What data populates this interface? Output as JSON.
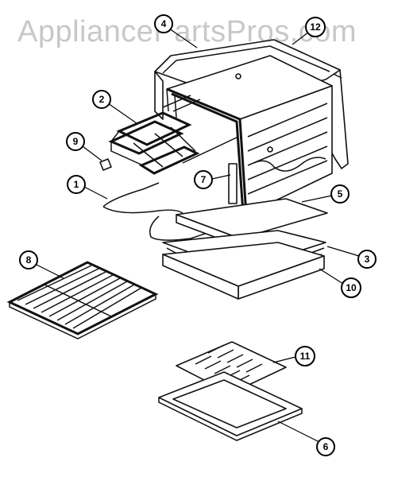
{
  "watermark": "AppliancePartsPros.com",
  "callouts": {
    "c1": "1",
    "c2": "2",
    "c3": "3",
    "c4": "4",
    "c5": "5",
    "c6": "6",
    "c7": "7",
    "c8": "8",
    "c9": "9",
    "c10": "10",
    "c11": "11",
    "c12": "12"
  }
}
